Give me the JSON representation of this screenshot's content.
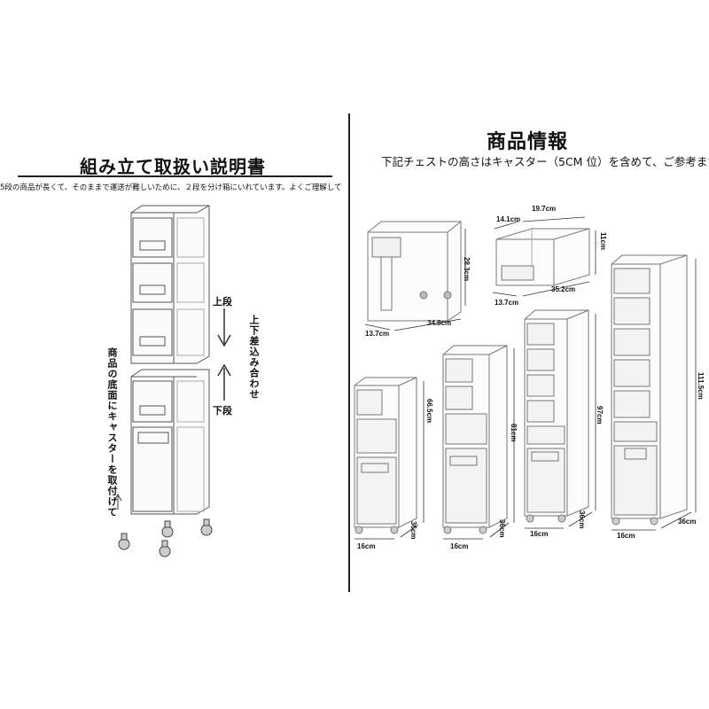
{
  "left": {
    "title": "組み立て取扱い説明書",
    "note": "5段の商品が長くて、そのままで運送が難しいために、２段を分け箱にいれています。よくご理解してください",
    "upper_label": "上段",
    "lower_label": "下段",
    "insert_label": "上下差込み合わせ",
    "caster_label": "商品の底面にキャスターを取付けて"
  },
  "right": {
    "title": "商品情報",
    "note": "下記チェストの高さはキャスター（5CM 位）を含めて、ご参考まで",
    "dims": {
      "box1_h": "28.3cm",
      "box1_w": "13.7cm",
      "box1_d": "34.8cm",
      "box2_a": "14.1cm",
      "box2_b": "19.7cm",
      "box2_h": "11cm",
      "box2_w": "13.7cm",
      "box2_d": "35.2cm",
      "t3_h": "66.5cm",
      "t3_w": "16cm",
      "t3_d": "36cm",
      "t4_h": "81cm",
      "t4_w": "16cm",
      "t4_d": "36cm",
      "t5_h": "97cm",
      "t5_w": "16cm",
      "t5_d": "36cm",
      "t6_h": "111.5cm",
      "t6_w": "16cm",
      "t6_d": "36cm"
    }
  },
  "colors": {
    "line": "#222222",
    "faint": "#9a9a9a",
    "panel": "#f4f4f4"
  }
}
